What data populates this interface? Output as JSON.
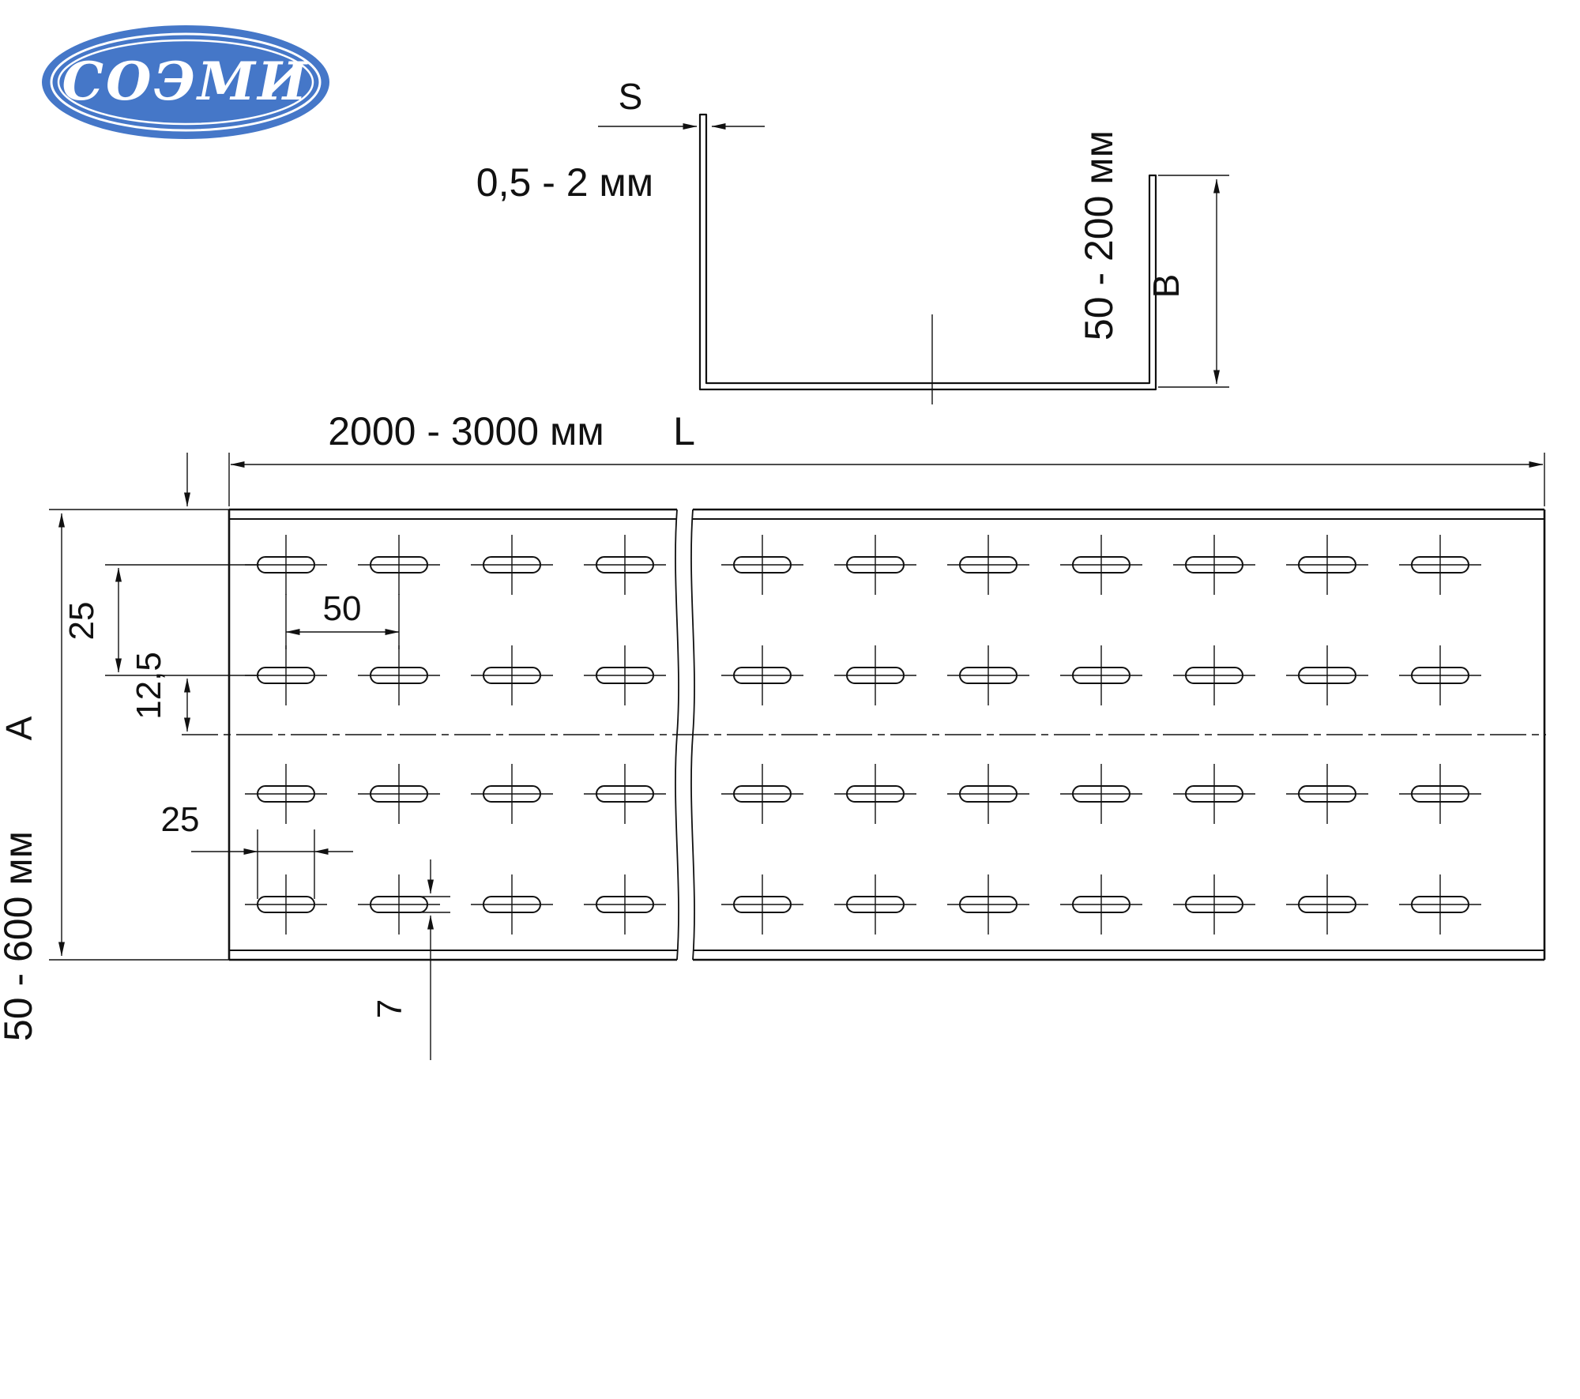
{
  "colors": {
    "logo_blue": "#4577c8",
    "ink": "#111111"
  },
  "logo": {
    "text": "СОЭМИ"
  },
  "cross_section": {
    "thickness_label": "S",
    "thickness_value": "0,5 - 2 мм",
    "height_value": "50 - 200 мм",
    "height_label": "B"
  },
  "plan": {
    "length_value": "2000 - 3000 мм",
    "length_label": "L",
    "width_label": "A",
    "width_value": "50 - 600 мм",
    "row_pitch": "25",
    "centerline_offset": "12,5",
    "slot_pitch": "50",
    "slot_length": "25",
    "slot_width": "7"
  }
}
